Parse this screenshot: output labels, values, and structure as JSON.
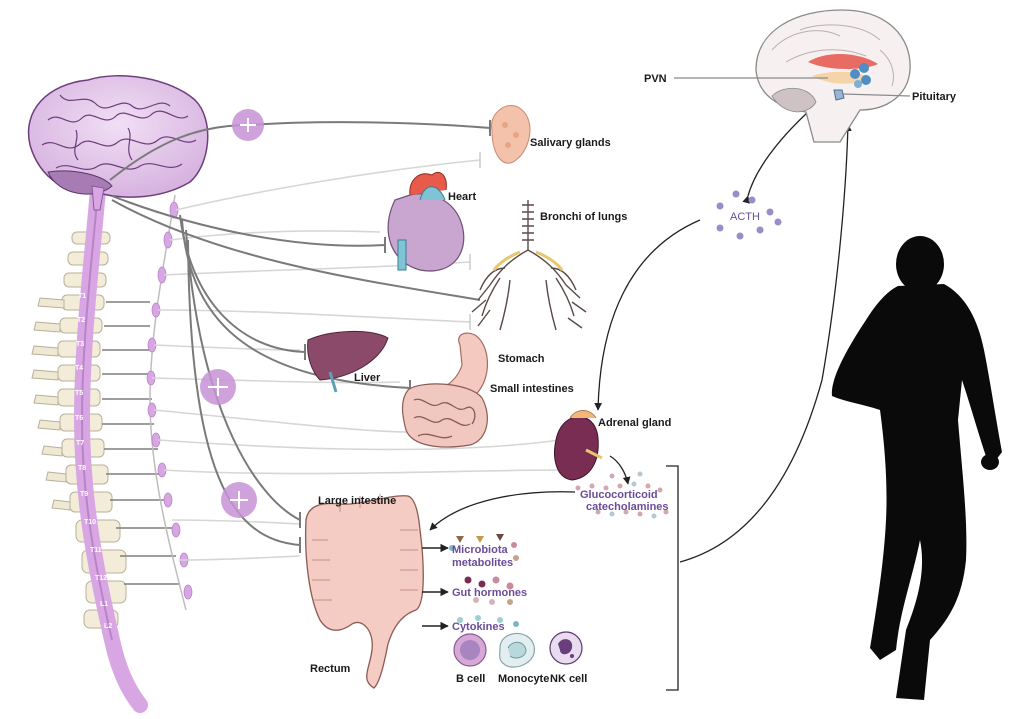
{
  "diagram": {
    "labels": {
      "salivary_glands": "Salivary glands",
      "heart": "Heart",
      "bronchi": "Bronchi of lungs",
      "liver": "Liver",
      "stomach": "Stomach",
      "small_intestines": "Small intestines",
      "adrenal_gland": "Adrenal gland",
      "glucocorticoid": "Glucocorticoid",
      "catecholamines": "catecholamines",
      "large_intestine": "Large intestine",
      "microbiota_1": "Microbiota",
      "microbiota_2": "metabolites",
      "gut_hormones": "Gut hormones",
      "cytokines": "Cytokines",
      "rectum": "Rectum",
      "b_cell": "B cell",
      "monocyte": "Monocyte",
      "nk_cell": "NK cell",
      "pvn": "PVN",
      "pituitary": "Pituitary",
      "acth": "ACTH"
    },
    "vertebra_labels": [
      "T1",
      "T2",
      "T3",
      "T4",
      "T5",
      "T6",
      "T7",
      "T8",
      "T9",
      "T10",
      "T11",
      "T12",
      "L1",
      "L2"
    ],
    "colors": {
      "accent_purple": "#c792d6",
      "label_purple": "#6b4c9a",
      "nerve_gray": "#7a7a7a",
      "nerve_light": "#cfcfcf",
      "runner": "#0a0a0a"
    }
  }
}
